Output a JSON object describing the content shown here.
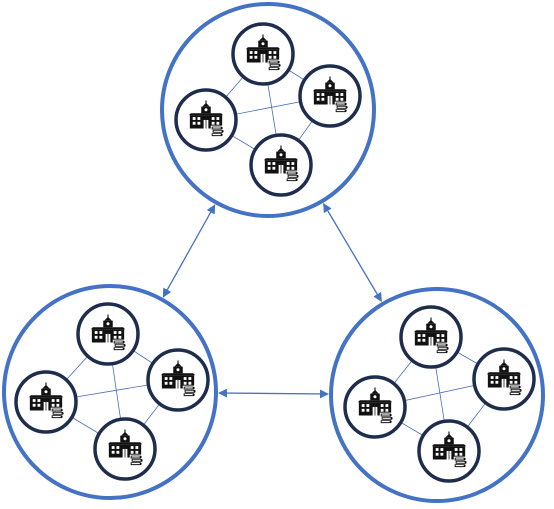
{
  "diagram": {
    "colors": {
      "cluster_ring": "#4472C4",
      "node_ring": "#1F2D4D",
      "link": "#4A6FB5",
      "arrow": "#4472C4",
      "icon": "#111111"
    },
    "node_icon": "school-building-with-books-icon",
    "clusters": [
      {
        "id": "top",
        "nodes": [
          "n1",
          "n2",
          "n3",
          "n4"
        ]
      },
      {
        "id": "bottom-left",
        "nodes": [
          "n1",
          "n2",
          "n3",
          "n4"
        ]
      },
      {
        "id": "bottom-right",
        "nodes": [
          "n1",
          "n2",
          "n3",
          "n4"
        ]
      }
    ],
    "cluster_links": [
      {
        "from": "top",
        "to": "bottom-left",
        "direction": "both"
      },
      {
        "from": "top",
        "to": "bottom-right",
        "direction": "both"
      },
      {
        "from": "bottom-left",
        "to": "bottom-right",
        "direction": "both"
      }
    ],
    "node_links": [
      [
        "n1",
        "n2"
      ],
      [
        "n1",
        "n3"
      ],
      [
        "n1",
        "n4"
      ],
      [
        "n2",
        "n3"
      ],
      [
        "n2",
        "n4"
      ],
      [
        "n3",
        "n4"
      ]
    ]
  }
}
